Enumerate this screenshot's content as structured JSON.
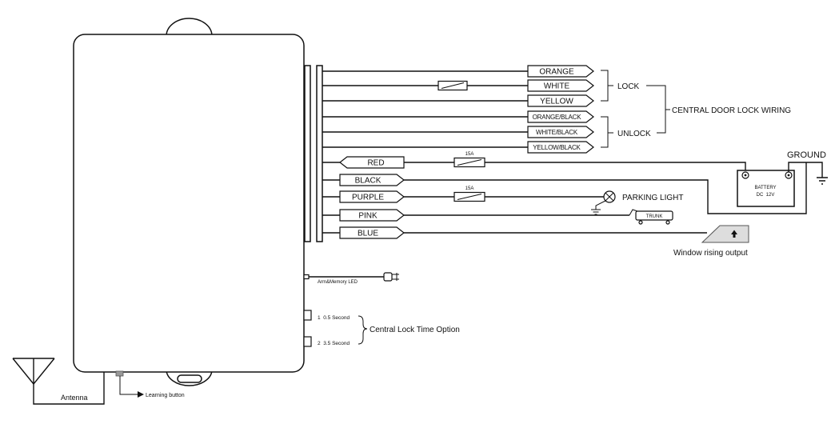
{
  "door_lock_wires": [
    {
      "label": "ORANGE"
    },
    {
      "label": "WHITE"
    },
    {
      "label": "YELLOW"
    },
    {
      "label": "ORANGE/BLACK"
    },
    {
      "label": "WHITE/BLACK"
    },
    {
      "label": "YELLOW/BLACK"
    }
  ],
  "groups": {
    "lock": "LOCK",
    "unlock": "UNLOCK",
    "central": "CENTRAL DOOR LOCK WIRING"
  },
  "power_wires": [
    {
      "label": "RED"
    },
    {
      "label": "BLACK"
    },
    {
      "label": "PURPLE"
    },
    {
      "label": "PINK"
    },
    {
      "label": "BLUE"
    }
  ],
  "fuses": [
    {
      "rating": "15A"
    },
    {
      "rating": "15A"
    }
  ],
  "battery": {
    "label": "BATTERY",
    "rating": "DC  12V"
  },
  "ground": "GROUND",
  "parking_light": "PARKING LIGHT",
  "trunk": "TRUNK",
  "window_output": "Window rising output",
  "led": "Arm&Memory LED",
  "time_option": {
    "title": "Central Lock Time Option",
    "options": [
      "1  0.5 Second",
      "2  3.5 Second"
    ]
  },
  "antenna": "Antenna",
  "learning_button": "Learning button",
  "colors": {
    "line": "#111111",
    "window_symbol_fill": "#dddddd"
  }
}
